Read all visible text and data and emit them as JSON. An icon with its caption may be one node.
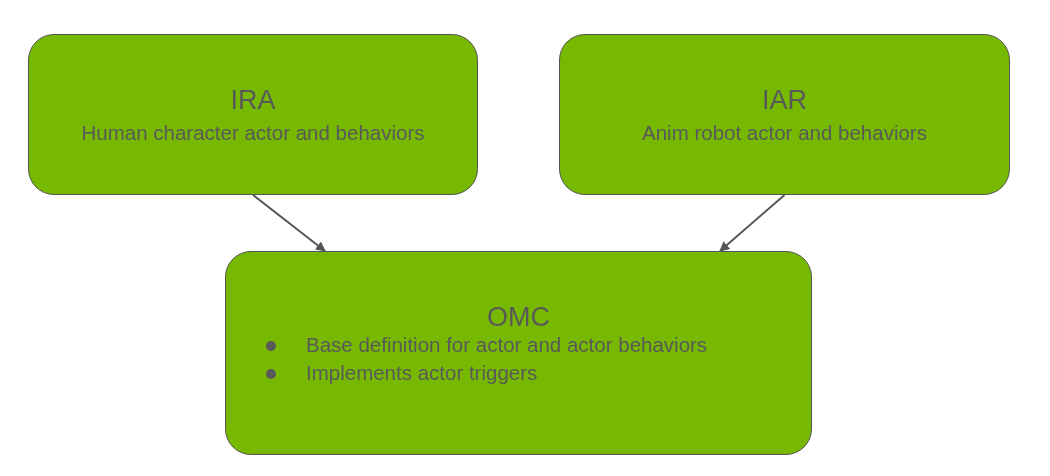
{
  "diagram": {
    "nodes": [
      {
        "text": [
          "IRA",
          "Human character actor and behaviors"
        ]
      },
      {
        "text": [
          "IAR",
          "Anim robot actor and behaviors"
        ]
      },
      {
        "text": [
          "OMC",
          "Base definition for actor and actor behaviors",
          "Implements actor triggers"
        ]
      }
    ],
    "edges": [
      {
        "from": 0,
        "to": 2,
        "arrow": "to"
      },
      {
        "from": 1,
        "to": 2,
        "arrow": "to"
      }
    ]
  }
}
